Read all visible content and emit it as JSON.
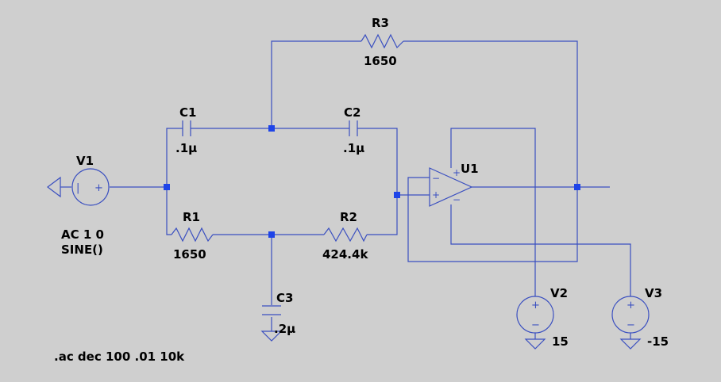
{
  "components": {
    "v1": {
      "name": "V1",
      "value_line1": "AC 1 0",
      "value_line2": "SINE()"
    },
    "c1": {
      "name": "C1",
      "value": ".1µ"
    },
    "c2": {
      "name": "C2",
      "value": ".1µ"
    },
    "c3": {
      "name": "C3",
      "value": ".2µ"
    },
    "r1": {
      "name": "R1",
      "value": "1650"
    },
    "r2": {
      "name": "R2",
      "value": "424.4k"
    },
    "r3": {
      "name": "R3",
      "value": "1650"
    },
    "u1": {
      "name": "U1"
    },
    "v2": {
      "name": "V2",
      "value": "15"
    },
    "v3": {
      "name": "V3",
      "value": "-15"
    }
  },
  "symbols": {
    "plus": "+",
    "minus": "−",
    "v1_pins": {
      "left": "|",
      "right": "+"
    }
  },
  "directive": ".ac dec 100 .01 10k",
  "colors": {
    "background": "#cfcfcf",
    "wire": "#3a4fc0",
    "junction": "#1e44e8",
    "text": "#000000"
  }
}
